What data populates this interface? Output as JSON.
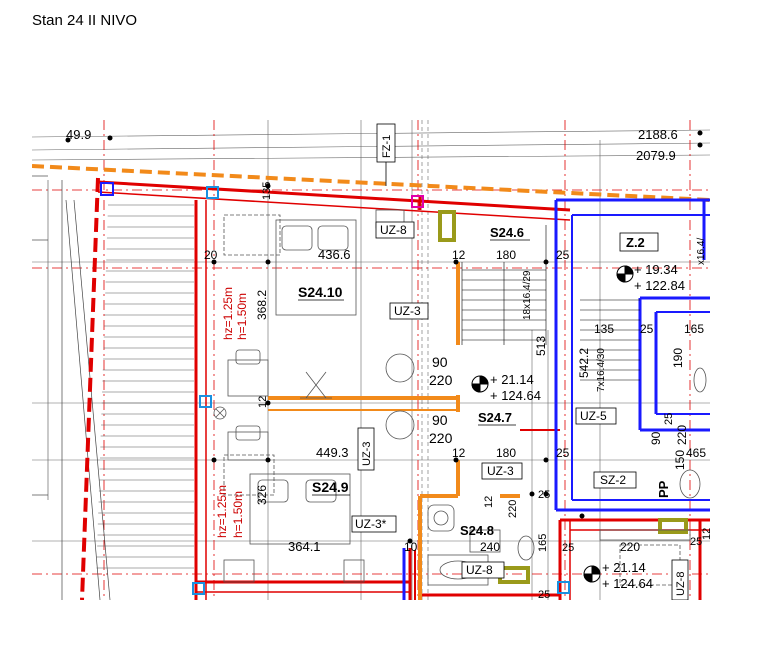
{
  "title": "Stan 24 II NIVO",
  "colors": {
    "wall_red": "#e00000",
    "wall_blue": "#1a1aff",
    "orange": "#f28a1a",
    "olive": "#9a9a1a",
    "cyan_marker": "#1a90e0",
    "line": "#000000"
  },
  "dimensions": {
    "d_49_9": "49.9",
    "d_2188_6": "2188.6",
    "d_2079_9": "2079.9",
    "d_436_6": "436.6",
    "d_368_2": "368.2",
    "d_449_3": "449.3",
    "d_326": "326",
    "d_364_1": "364.1",
    "d_180a": "180",
    "d_180b": "180",
    "d_25a": "25",
    "d_25b": "25",
    "d_25c": "25",
    "d_135": "135",
    "d_165": "165",
    "d_190": "190",
    "d_542_2": "542.2",
    "d_513": "513",
    "d_90a": "90",
    "d_220a": "220",
    "d_90b": "90",
    "d_220b": "220",
    "d_220c": "220",
    "d_90c": "90",
    "d_220d": "220",
    "d_150": "150",
    "d_465": "465",
    "d_240": "240",
    "d_165b": "165",
    "d_20": "20",
    "d_12a": "12",
    "d_12b": "12",
    "d_12c": "12",
    "d_135b": "135",
    "d_10": "10",
    "d_220e": "220",
    "d_220f": "220",
    "d_25d": "25",
    "d_25e": "25",
    "d_12d": "12",
    "d_12e": "12",
    "d_25f": "25",
    "d_25g": "25",
    "d_25h": "25"
  },
  "rooms": {
    "s24_10": "S24.10",
    "s24_9": "S24.9",
    "s24_6": "S24.6",
    "s24_7": "S24.7",
    "s24_8": "S24.8",
    "z2": "Z.2",
    "pp": "PP"
  },
  "tags": {
    "fz1": "FZ-1",
    "uz8": "UZ-8",
    "uz3a": "UZ-3",
    "uz3b": "UZ-3",
    "uz3c": "UZ-3",
    "uz3star": "UZ-3*",
    "uz5": "UZ-5",
    "sz2": "SZ-2",
    "uz8b": "UZ-8",
    "uz8c": "UZ-8"
  },
  "window_notes": {
    "hz1": "hz=1.25m",
    "h1": "h=1.50m",
    "hz2": "hz=1.25m",
    "h2": "h=1.50m"
  },
  "levels": {
    "a1": "+ 21.14",
    "a2": "+ 124.64",
    "b1": "+ 19.34",
    "b2": "+ 122.84",
    "c1": "+ 21.14",
    "c2": "+ 124.64"
  },
  "stairs": {
    "s1": "18x16.4/29",
    "s2": "7x16.4/30",
    "s3": "x16.4/"
  }
}
